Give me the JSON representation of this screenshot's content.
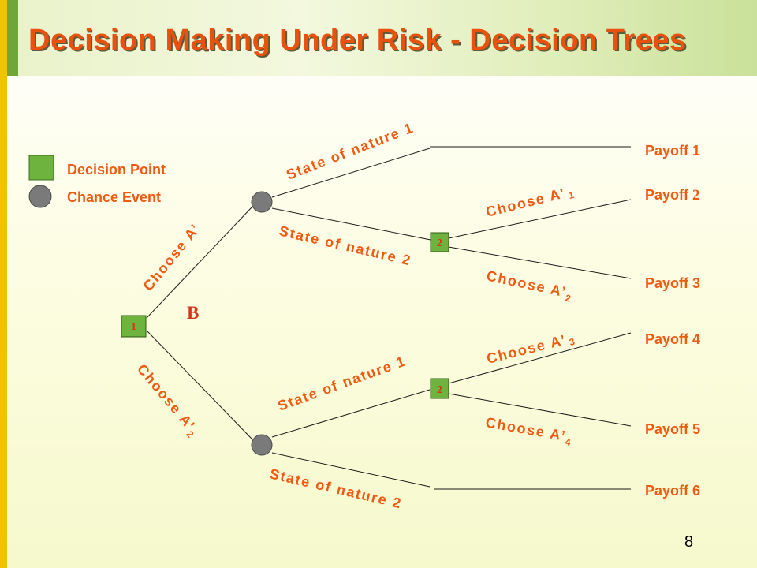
{
  "slide": {
    "title": "Decision Making Under Risk - Decision Trees",
    "page_number": "8",
    "colors": {
      "title_text": "#e8520e",
      "label_text": "#ee5a12",
      "decision_node_fill": "#6fb33f",
      "chance_node_fill": "#7a7a7a",
      "accent_bar_yellow": "#f2c200",
      "accent_bar_green": "#6fa63a"
    }
  },
  "legend": {
    "decision_point": "Decision Point",
    "chance_event": "Chance Event"
  },
  "tree": {
    "decision_node_labels": [
      "1",
      "2",
      "2"
    ],
    "choice_upper": {
      "base": "Choose A",
      "prime": "’",
      "sub": ""
    },
    "choice_lower": {
      "base": "Choose A",
      "prime": "’",
      "sub": "2"
    },
    "b_label": "B",
    "states": {
      "upper_state_1": "State of nature 1",
      "upper_state_2": "State of nature 2",
      "lower_state_1": "State of nature 1",
      "lower_state_2": "State of nature 2"
    },
    "sub_choices": [
      {
        "base": "Choose A",
        "prime": "’",
        "sub": "1"
      },
      {
        "base": "Choose A",
        "prime": "’",
        "sub": "2"
      },
      {
        "base": "Choose A",
        "prime": "’",
        "sub": "3"
      },
      {
        "base": "Choose A",
        "prime": "’",
        "sub": "4"
      }
    ],
    "payoffs": [
      {
        "word": "Payoff",
        "num": "1"
      },
      {
        "word": "Payoff",
        "num": "2"
      },
      {
        "word": "Payoff",
        "num": "3"
      },
      {
        "word": "Payoff",
        "num": "4"
      },
      {
        "word": "Payoff",
        "num": "5"
      },
      {
        "word": "Payoff",
        "num": "6"
      }
    ]
  }
}
